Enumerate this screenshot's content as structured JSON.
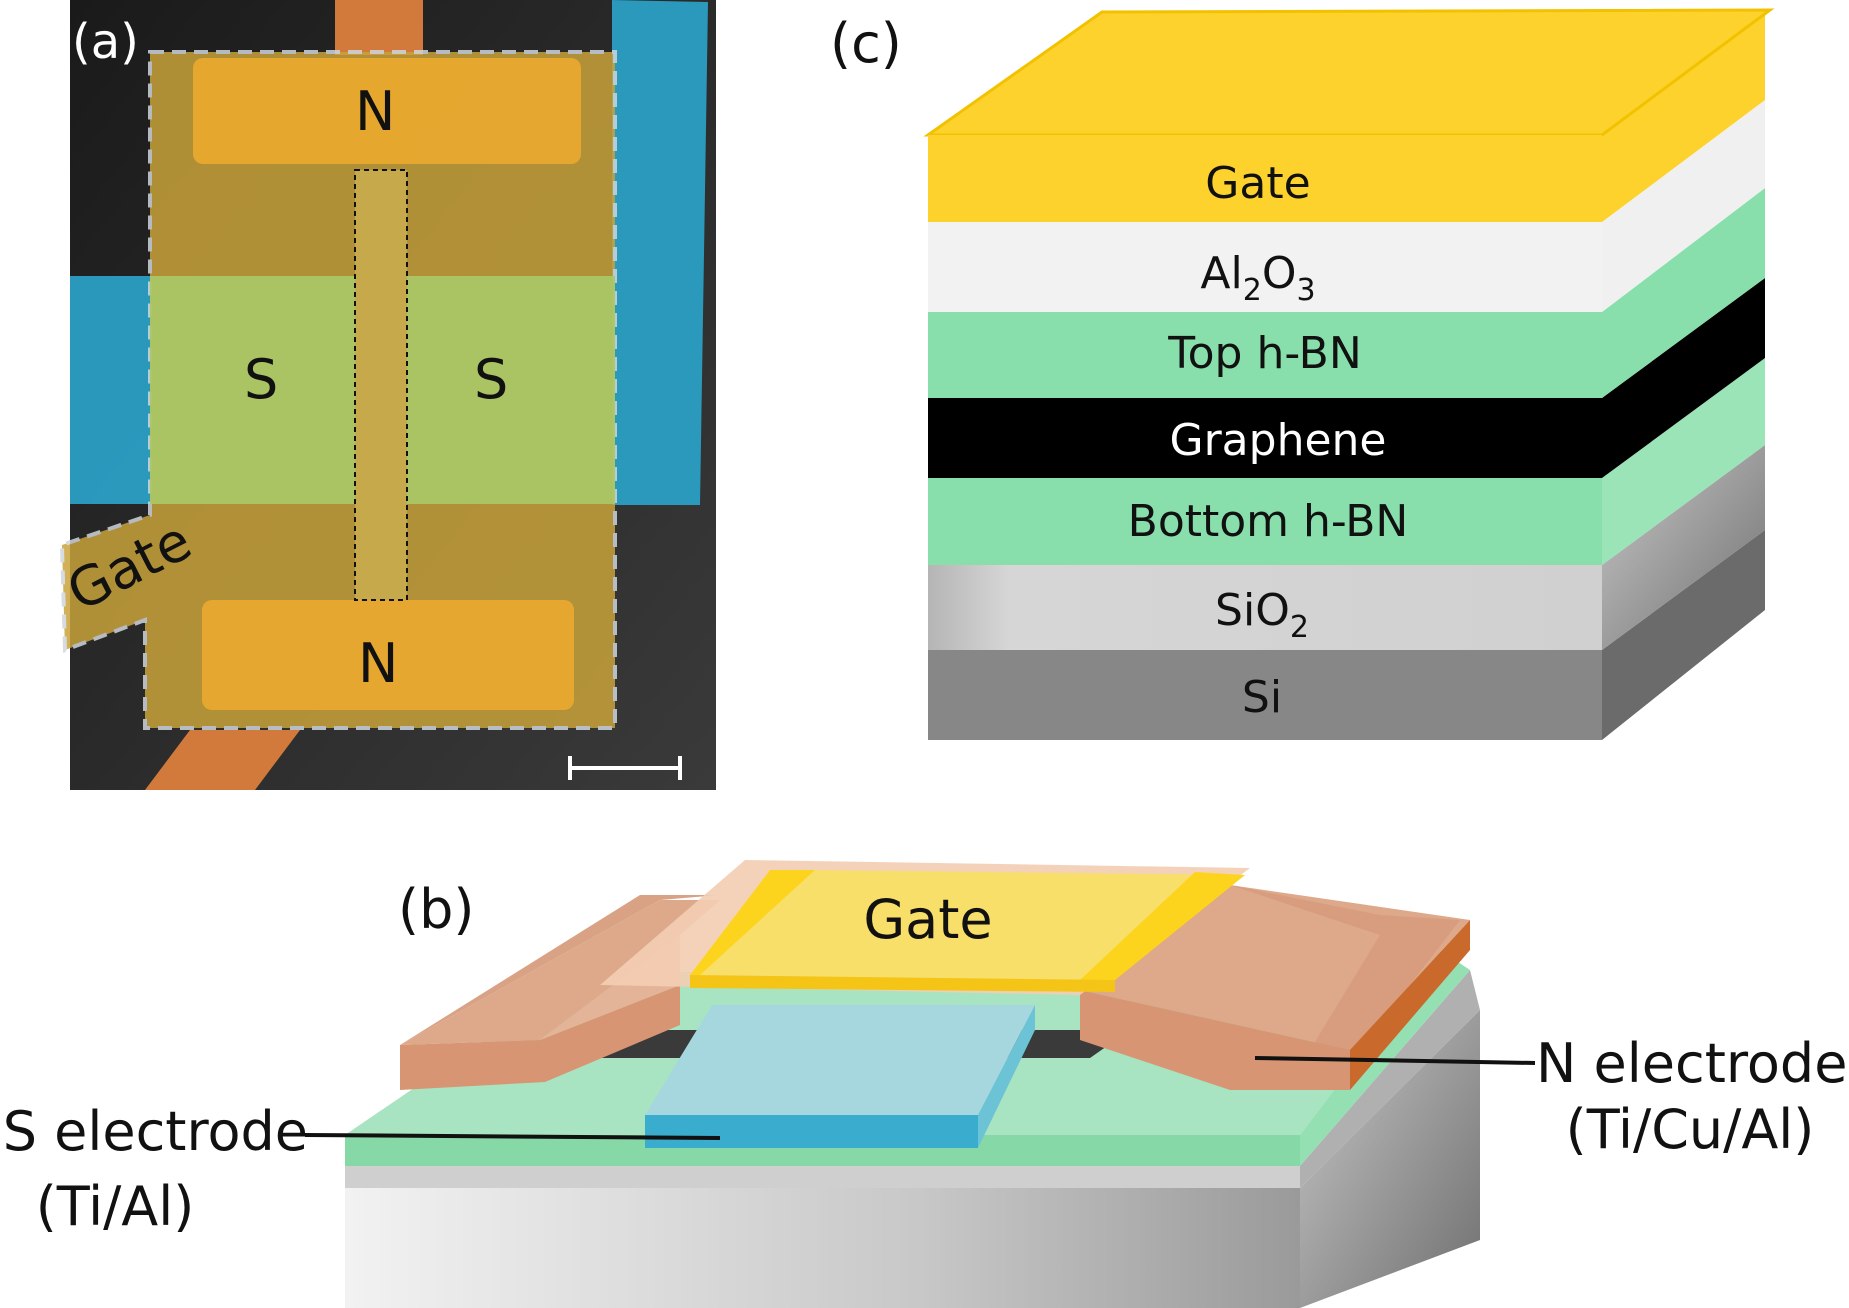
{
  "panels": {
    "a": {
      "label": "(a)",
      "top_electrode": "N",
      "bottom_electrode": "N",
      "left_electrode": "S",
      "right_electrode": "S",
      "gate_label": "Gate"
    },
    "b": {
      "label": "(b)",
      "gate_label": "Gate",
      "s_electrode": {
        "name": "S electrode",
        "material": "(Ti/Al)"
      },
      "n_electrode": {
        "name": "N electrode",
        "material": "(Ti/Cu/Al)"
      }
    },
    "c": {
      "label": "(c)",
      "layers": [
        {
          "name": "Gate",
          "color": "#fdd22c"
        },
        {
          "name": "Al",
          "sub1": "2",
          "name2": "O",
          "sub2": "3",
          "color": "#f2f2f2"
        },
        {
          "name": "Top h-BN",
          "color": "#88dfab"
        },
        {
          "name": "Graphene",
          "color": "#000000"
        },
        {
          "name": "Bottom h-BN",
          "color": "#88dfab"
        },
        {
          "name": "SiO",
          "sub1": "2",
          "color": "#cccccc"
        },
        {
          "name": "Si",
          "color": "#878787"
        }
      ]
    }
  },
  "colors": {
    "normal_metal": "#e08a3c",
    "superconductor": "#2a9fc4",
    "gate": "#fdd22c",
    "hbn": "#88dfab"
  }
}
